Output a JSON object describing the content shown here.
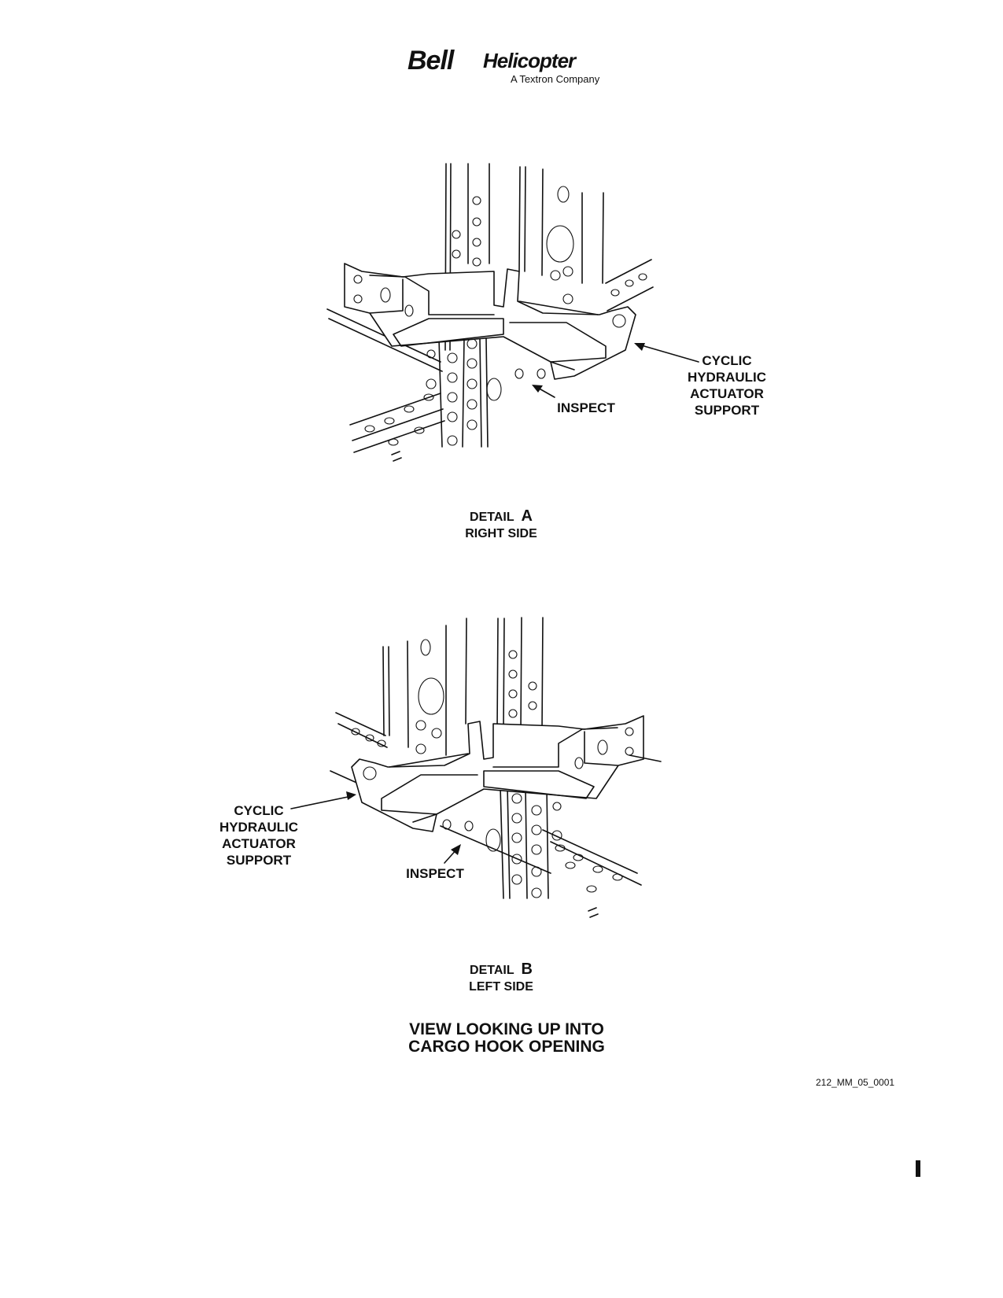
{
  "header": {
    "brand_mark": "Bell",
    "brand_name": "Helicopter",
    "tagline": "A Textron Company"
  },
  "detail_a": {
    "callout_support": [
      "CYCLIC",
      "HYDRAULIC",
      "ACTUATOR",
      "SUPPORT"
    ],
    "callout_inspect": "INSPECT",
    "caption_prefix": "DETAIL",
    "caption_letter": "A",
    "caption_side": "RIGHT SIDE"
  },
  "detail_b": {
    "callout_support": [
      "CYCLIC",
      "HYDRAULIC",
      "ACTUATOR",
      "SUPPORT"
    ],
    "callout_inspect": "INSPECT",
    "caption_prefix": "DETAIL",
    "caption_letter": "B",
    "caption_side": "LEFT SIDE"
  },
  "figure": {
    "title_line1": "VIEW LOOKING UP INTO",
    "title_line2": "CARGO HOOK OPENING",
    "figure_id": "212_MM_05_0001"
  }
}
